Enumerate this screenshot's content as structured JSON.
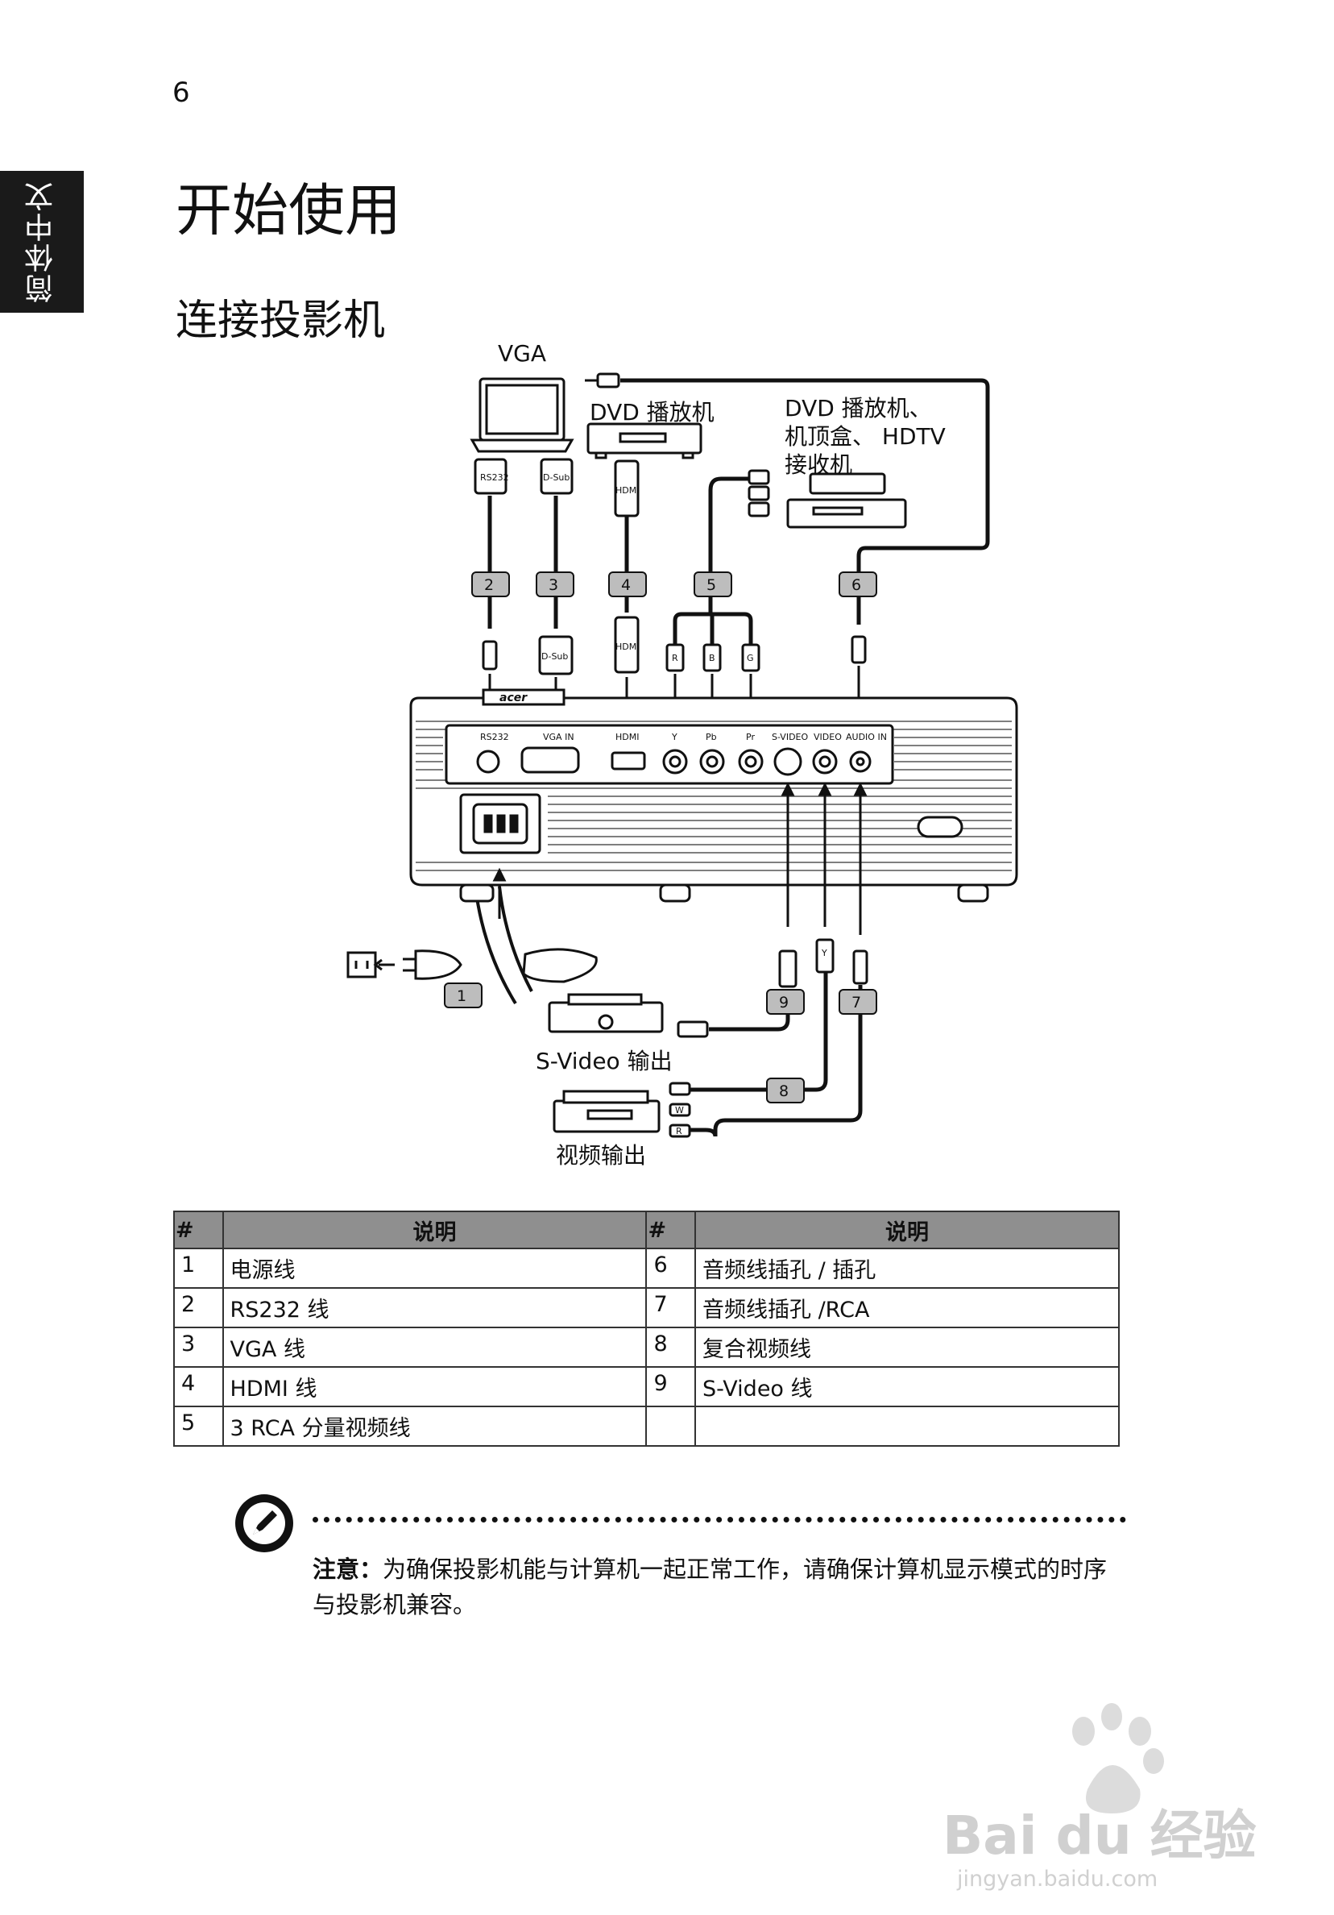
{
  "page": {
    "number": "6",
    "side_tab": "简体中文",
    "title": "开始使用",
    "section": "连接投影机"
  },
  "diagram": {
    "labels": {
      "vga": "VGA",
      "dvd_player": "DVD 播放机",
      "dvd_stb_line1": "DVD 播放机、",
      "dvd_stb_line2": "机顶盒、 HDTV",
      "dvd_stb_line3": "接收机",
      "svideo_out": "S-Video 输出",
      "video_out": "视频输出"
    },
    "connector_labels": {
      "rs232": "RS232",
      "dsub": "D-Sub",
      "hdmi": "HDMI",
      "r": "R",
      "b": "B",
      "g": "G",
      "y": "Y",
      "w": "W"
    },
    "port_labels": [
      "RS232",
      "VGA IN",
      "HDMI",
      "Y",
      "Pb",
      "Pr",
      "S-VIDEO",
      "VIDEO",
      "AUDIO IN"
    ],
    "brand": "acer",
    "badges": [
      "1",
      "2",
      "3",
      "4",
      "5",
      "6",
      "7",
      "8",
      "9"
    ]
  },
  "legend": {
    "headers": [
      "#",
      "说明",
      "#",
      "说明"
    ],
    "rows": [
      {
        "n1": "1",
        "d1": "电源线",
        "n2": "6",
        "d2": "音频线插孔 / 插孔"
      },
      {
        "n1": "2",
        "d1": "RS232 线",
        "n2": "7",
        "d2": "音频线插孔 /RCA"
      },
      {
        "n1": "3",
        "d1": "VGA 线",
        "n2": "8",
        "d2": "复合视频线"
      },
      {
        "n1": "4",
        "d1": "HDMI 线",
        "n2": "9",
        "d2": "S-Video 线"
      },
      {
        "n1": "5",
        "d1": "3 RCA 分量视频线",
        "n2": "",
        "d2": ""
      }
    ]
  },
  "note": {
    "label": "注意：",
    "text": "为确保投影机能与计算机一起正常工作，请确保计算机显示模式的时序与投影机兼容。"
  },
  "watermark": {
    "brand": "Bai du 经验",
    "url": "jingyan.baidu.com"
  }
}
